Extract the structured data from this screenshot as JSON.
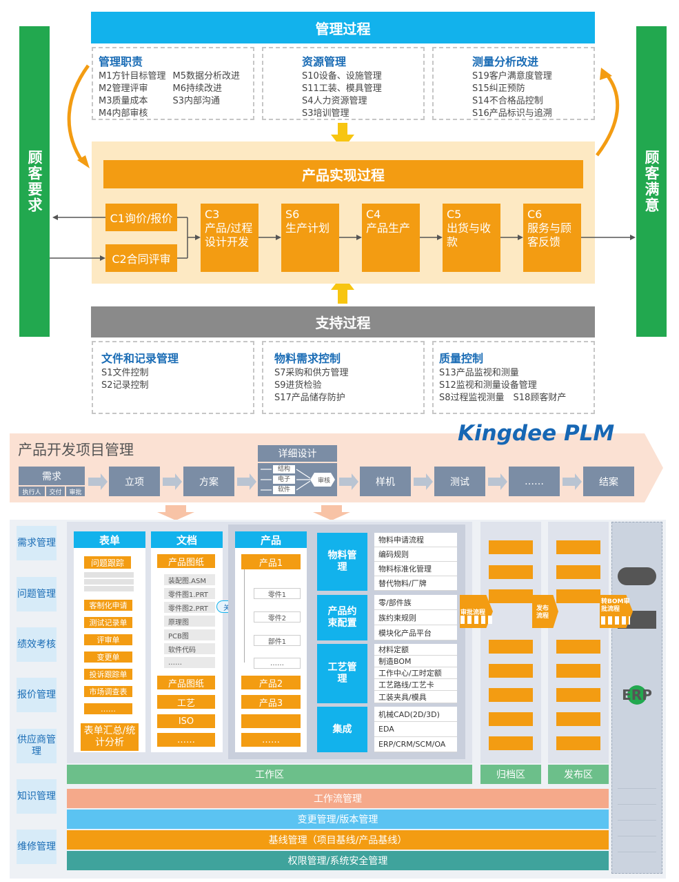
{
  "top": {
    "mgmt_process": "管理过程",
    "customer_req": "顾客要求",
    "customer_sat": "顾客满意",
    "box1": {
      "title": "管理职责",
      "col1": [
        "M1方针目标管理",
        "M2管理评审",
        "M3质量成本",
        "M4内部审核"
      ],
      "col2": [
        "M5数据分析改进",
        "M6持续改进",
        "S3内部沟通"
      ]
    },
    "box2": {
      "title": "资源管理",
      "items": [
        "S10设备、设施管理",
        "S11工装、模具管理",
        "S4人力资源管理",
        "S3培训管理"
      ]
    },
    "box3": {
      "title": "测量分析改进",
      "items": [
        "S19客户满意度管理",
        "S15纠正预防",
        "S14不合格品控制",
        "S16产品标识与追溯"
      ]
    },
    "product_process": "产品实现过程",
    "c1": "C1询价/报价",
    "c2": "C2合同评审",
    "steps": [
      {
        "code": "C3",
        "text": "产品/过程设计开发"
      },
      {
        "code": "S6",
        "text": "生产计划"
      },
      {
        "code": "C4",
        "text": "产品生产"
      },
      {
        "code": "C5",
        "text": "出货与收款"
      },
      {
        "code": "C6",
        "text": "服务与顾客反馈"
      }
    ],
    "support_process": "支持过程",
    "box4": {
      "title": "文件和记录管理",
      "items": [
        "S1文件控制",
        "S2记录控制"
      ]
    },
    "box5": {
      "title": "物料需求控制",
      "items": [
        "S7采购和供方管理",
        "S9进货检验",
        "S17产品储存防护"
      ]
    },
    "box6": {
      "title": "质量控制",
      "items": [
        "S13产品监视和测量",
        "S12监视和测量设备管理",
        "S8过程监视测量　S18顾客财产"
      ]
    }
  },
  "plm": {
    "title": "产品开发项目管理",
    "brand": "Kingdee PLM",
    "req": "需求",
    "req_subs": [
      "执行人",
      "交付",
      "审批"
    ],
    "lixiang": "立项",
    "fangan": "方案",
    "detail": "详细设计",
    "detail_items": [
      "结构",
      "电子",
      "软件"
    ],
    "shenhe": "审核",
    "yangji": "样机",
    "ceshi": "测试",
    "etc": "……",
    "jiean": "结案"
  },
  "modules": {
    "left": [
      "需求管理",
      "问题管理",
      "绩效考核",
      "报价管理",
      "供应商管理",
      "知识管理",
      "维修管理"
    ],
    "forms": {
      "head": "表单",
      "items": [
        "问题跟踪",
        "客制化申请",
        "测试记录单",
        "评审单",
        "变更单",
        "投诉跟踪单",
        "市场调查表",
        "……"
      ],
      "summary": "表单汇总/统计分析"
    },
    "docs": {
      "head": "文档",
      "drawing1": "产品图纸",
      "files": [
        "装配图.ASM",
        "零件图1.PRT",
        "零件图2.PRT",
        "原理图",
        "PCB图",
        "软件代码",
        "……"
      ],
      "drawing2": "产品图纸",
      "craft": "工艺",
      "iso": "ISO",
      "etc": "……"
    },
    "link": "关联",
    "product": {
      "head": "产品",
      "p1": "产品1",
      "parts": [
        "零件1",
        "零件2",
        "部件1",
        "……"
      ],
      "p2": "产品2",
      "p3": "产品3",
      "etc": "……"
    },
    "cats": [
      {
        "name": "物料管理",
        "items": [
          "物料申请流程",
          "编码规则",
          "物料标准化管理",
          "替代物料/厂牌"
        ]
      },
      {
        "name": "产品约束配置",
        "items": [
          "零/部件族",
          "族约束规则",
          "模块化产品平台"
        ]
      },
      {
        "name": "工艺管理",
        "items": [
          "材料定额",
          "制造BOM",
          "工作中心/工时定额",
          "工艺路线/工艺卡",
          "工装夹具/模具"
        ]
      },
      {
        "name": "集成",
        "items": [
          "机械CAD(2D/3D)",
          "EDA",
          "ERP/CRM/SCM/OA"
        ]
      }
    ],
    "approve_flow": "审批流程",
    "publish_flow": "发布流程",
    "bom_flow": "转BOM审批流程",
    "erp": "ERP",
    "workspace": "工作区",
    "archive": "归档区",
    "publish": "发布区",
    "bars": [
      "工作流管理",
      "变更管理/版本管理",
      "基线管理（项目基线/产品基线）",
      "权限管理/系统安全管理"
    ]
  }
}
